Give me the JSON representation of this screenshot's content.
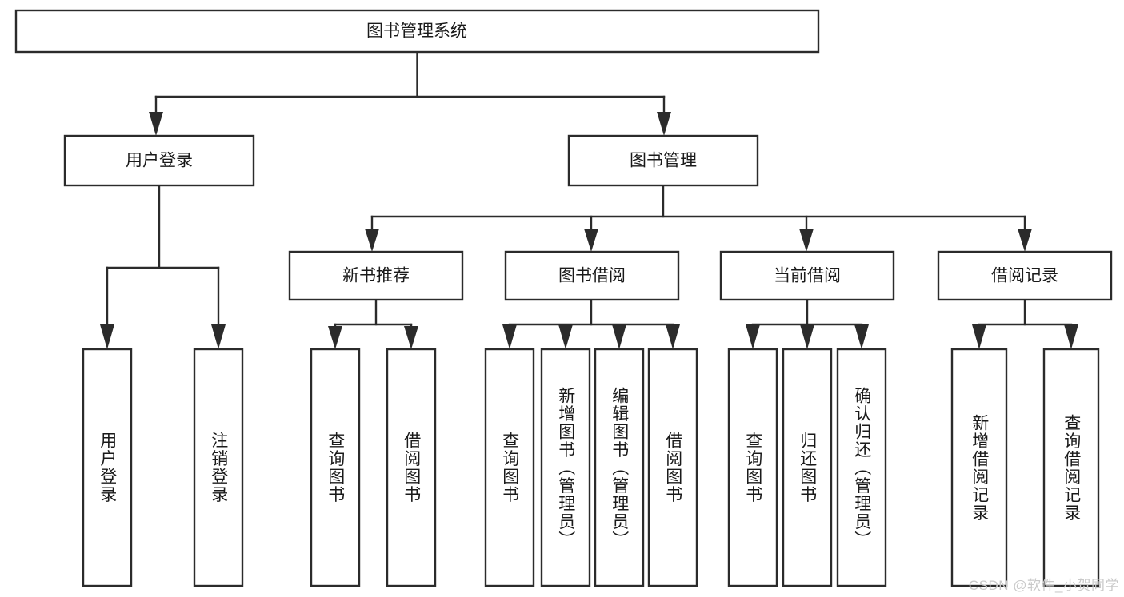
{
  "diagram": {
    "title": "图书管理系统",
    "type": "tree",
    "orientation": "top-down",
    "watermark": "CSDN @软件_小贺同学",
    "colors": {
      "box_stroke": "#2b2b2b",
      "box_fill": "#ffffff",
      "text": "#1a1a1a",
      "background": "#ffffff",
      "watermark": "#c9c9c9"
    },
    "levels": {
      "root": {
        "label": "图书管理系统",
        "orientation": "horizontal"
      },
      "level2": [
        {
          "label": "用户登录",
          "orientation": "horizontal"
        },
        {
          "label": "图书管理",
          "orientation": "horizontal"
        }
      ],
      "level3": [
        {
          "label": "新书推荐",
          "orientation": "horizontal",
          "parent": "图书管理"
        },
        {
          "label": "图书借阅",
          "orientation": "horizontal",
          "parent": "图书管理"
        },
        {
          "label": "当前借阅",
          "orientation": "horizontal",
          "parent": "图书管理"
        },
        {
          "label": "借阅记录",
          "orientation": "horizontal",
          "parent": "图书管理"
        }
      ],
      "leaves": [
        {
          "label": "用户登录",
          "orientation": "vertical",
          "parent": "用户登录"
        },
        {
          "label": "注销登录",
          "orientation": "vertical",
          "parent": "用户登录"
        },
        {
          "label": "查询图书",
          "orientation": "vertical",
          "parent": "新书推荐"
        },
        {
          "label": "借阅图书",
          "orientation": "vertical",
          "parent": "新书推荐"
        },
        {
          "label": "查询图书",
          "orientation": "vertical",
          "parent": "图书借阅"
        },
        {
          "label": "新增图书（管理员）",
          "orientation": "vertical",
          "parent": "图书借阅"
        },
        {
          "label": "编辑图书（管理员）",
          "orientation": "vertical",
          "parent": "图书借阅"
        },
        {
          "label": "借阅图书",
          "orientation": "vertical",
          "parent": "图书借阅"
        },
        {
          "label": "查询图书",
          "orientation": "vertical",
          "parent": "当前借阅"
        },
        {
          "label": "归还图书",
          "orientation": "vertical",
          "parent": "当前借阅"
        },
        {
          "label": "确认归还（管理员）",
          "orientation": "vertical",
          "parent": "当前借阅"
        },
        {
          "label": "新增借阅记录",
          "orientation": "vertical",
          "parent": "借阅记录"
        },
        {
          "label": "查询借阅记录",
          "orientation": "vertical",
          "parent": "借阅记录"
        }
      ]
    }
  }
}
